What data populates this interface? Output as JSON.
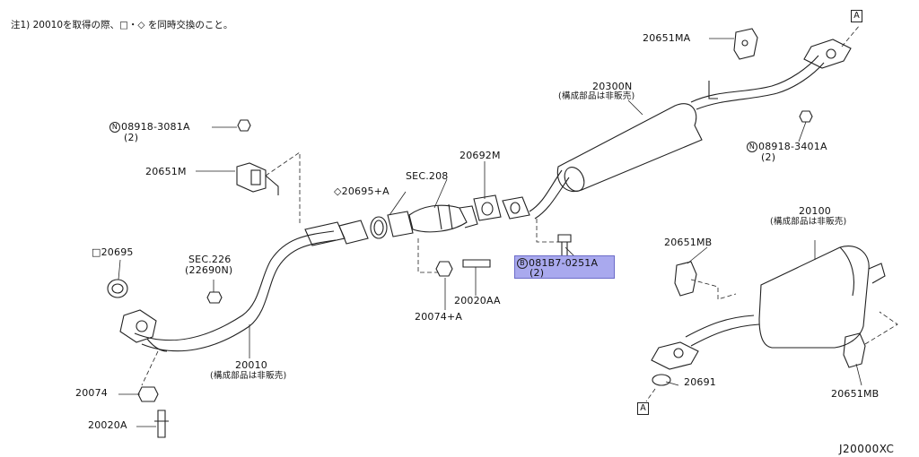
{
  "note": "注1) 20010を取得の際、□・◇ を同時交換のこと。",
  "diagram_code": "J20000XC",
  "connector_label": "A",
  "bolt_prefix": "B",
  "nut_prefix": "N",
  "labels": {
    "p20651MA": "20651MA",
    "p20300N": "20300N",
    "p20300N_sub": "(構成部品は非販売)",
    "p08918_3401A": "08918-3401A",
    "p08918_3401A_qty": "(2)",
    "p08918_3081A": "08918-3081A",
    "p08918_3081A_qty": "(2)",
    "p20651M": "20651M",
    "p20695A": "◇20695+A",
    "sec208": "SEC.208",
    "p20692M": "20692M",
    "p20100": "20100",
    "p20100_sub": "(構成部品は非販売)",
    "p20695": "□20695",
    "sec226": "SEC.226",
    "sec226_sub": "(22690N)",
    "p081B7": "081B7-0251A",
    "p081B7_qty": "(2)",
    "p20651MB_top": "20651MB",
    "p20020AA": "20020AA",
    "p20074A": "20074+A",
    "p20010": "20010",
    "p20010_sub": "(構成部品は非販売)",
    "p20074": "20074",
    "p20691": "20691",
    "p20651MB_bot": "20651MB",
    "p20020A": "20020A"
  }
}
